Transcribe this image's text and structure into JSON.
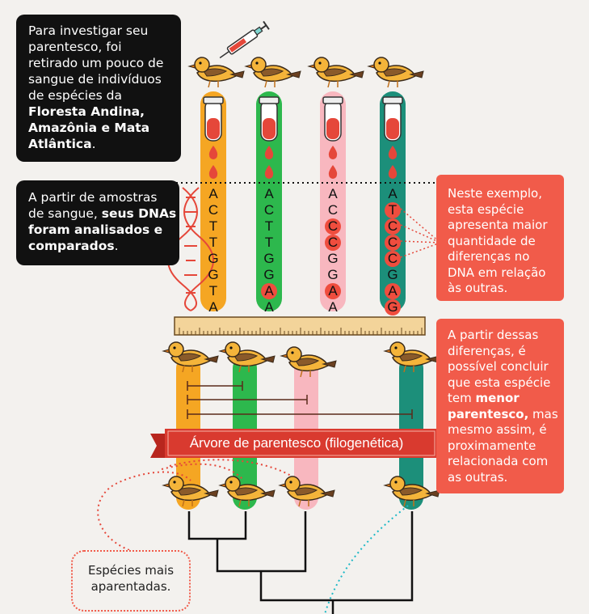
{
  "intro_box": {
    "lines": [
      "Para investigar seu",
      "parentesco, foi",
      "retirado um pouco de",
      "sangue de indivíduos",
      "de espécies da"
    ],
    "bold_lines": [
      "Floresta Andina,",
      "Amazônia e Mata"
    ],
    "last_bold": "Atlântica",
    "last_rest": "."
  },
  "dna_box": {
    "line1": "A partir de amostras",
    "line2_plain": "de sangue, ",
    "line2_bold": "seus DNAs",
    "line3_bold": "foram analisados e",
    "line4_bold": "comparados",
    "line4_rest": "."
  },
  "example_box": {
    "lines": [
      "Neste exemplo,",
      "esta espécie",
      "apresenta maior",
      "quantidade de",
      "diferenças no",
      "DNA em relação",
      "às outras."
    ]
  },
  "conclusion_box": {
    "lines_top": [
      "A partir dessas",
      "diferenças, é",
      "possível concluir",
      "que esta espécie"
    ],
    "line5_plain": "tem ",
    "line5_bold": "menor",
    "line6_bold": "parentesco,",
    "line6_rest": " mas",
    "lines_bottom": [
      "mesmo assim, é",
      "proximamente",
      "relacionada com",
      "as outras."
    ]
  },
  "related_box": {
    "lines": [
      "Espécies mais",
      "aparentadas."
    ]
  },
  "tree_banner": "Árvore de parentesco (filogenética)",
  "dna_sequences": [
    {
      "bases": [
        "A",
        "C",
        "T",
        "T",
        "G",
        "G",
        "T",
        "A"
      ],
      "diffs": [
        false,
        false,
        false,
        false,
        false,
        false,
        false,
        false
      ]
    },
    {
      "bases": [
        "A",
        "C",
        "T",
        "T",
        "G",
        "G",
        "A",
        "A"
      ],
      "diffs": [
        false,
        false,
        false,
        false,
        false,
        false,
        true,
        false
      ]
    },
    {
      "bases": [
        "A",
        "C",
        "C",
        "C",
        "G",
        "G",
        "A",
        "A"
      ],
      "diffs": [
        false,
        false,
        true,
        true,
        false,
        false,
        true,
        false
      ]
    },
    {
      "bases": [
        "A",
        "T",
        "C",
        "C",
        "C",
        "G",
        "A",
        "G"
      ],
      "diffs": [
        false,
        true,
        true,
        true,
        true,
        false,
        true,
        true
      ]
    }
  ],
  "colors": {
    "orange": "#f5a623",
    "green": "#2db84d",
    "pink": "#f8b7bf",
    "teal": "#1c8f7a",
    "red": "#f15b4a",
    "black": "#111111"
  }
}
